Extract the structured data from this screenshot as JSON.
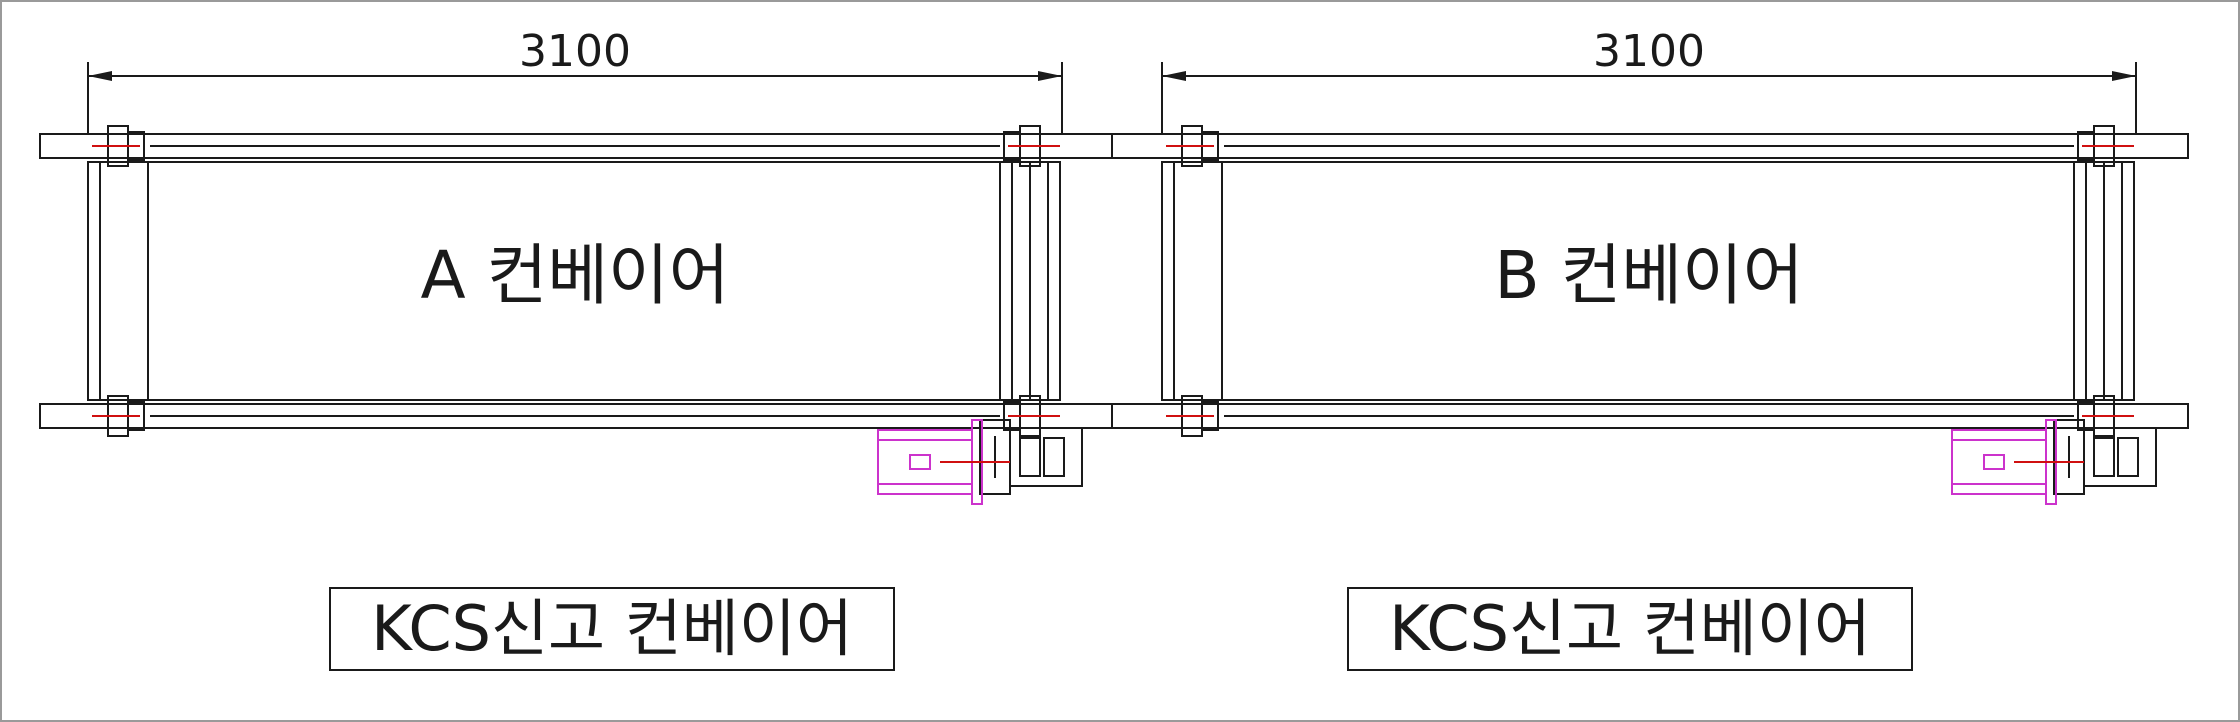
{
  "conveyors": [
    {
      "label": "A 컨베이어",
      "dimension": "3100",
      "title": "KCS신고 컨베이어"
    },
    {
      "label": "B 컨베이어",
      "dimension": "3100",
      "title": "KCS신고 컨베이어"
    }
  ],
  "colors": {
    "line": "#1a1a1a",
    "motor": "#cc33cc",
    "centerline": "#d01010"
  }
}
